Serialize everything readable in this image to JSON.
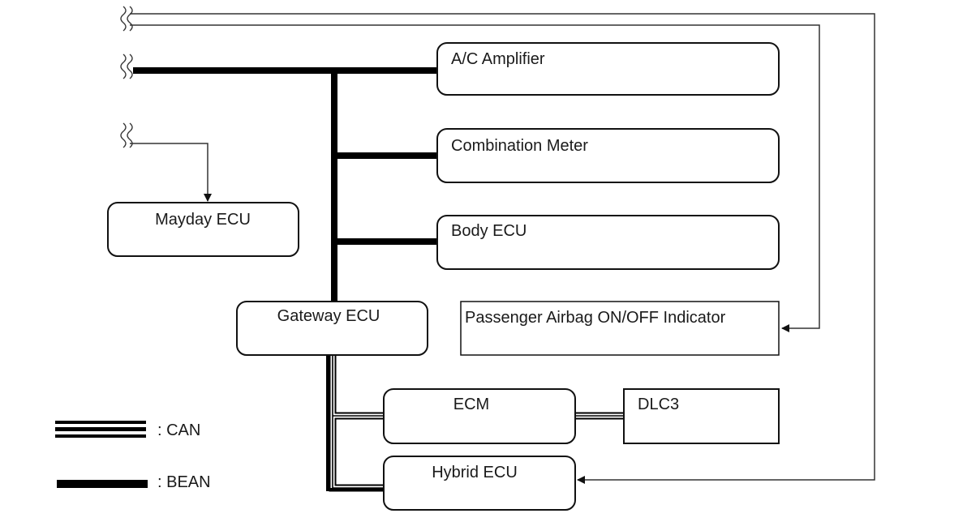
{
  "ecus": {
    "ac_amplifier": "A/C Amplifier",
    "combination_meter": "Combination Meter",
    "body_ecu": "Body ECU",
    "mayday_ecu": "Mayday ECU",
    "gateway_ecu": "Gateway ECU",
    "airbag_indicator": "Passenger Airbag ON/OFF Indicator",
    "ecm": "ECM",
    "dlc3": "DLC3",
    "hybrid_ecu": "Hybrid ECU"
  },
  "legend": {
    "can": ": CAN",
    "bean": ": BEAN"
  }
}
